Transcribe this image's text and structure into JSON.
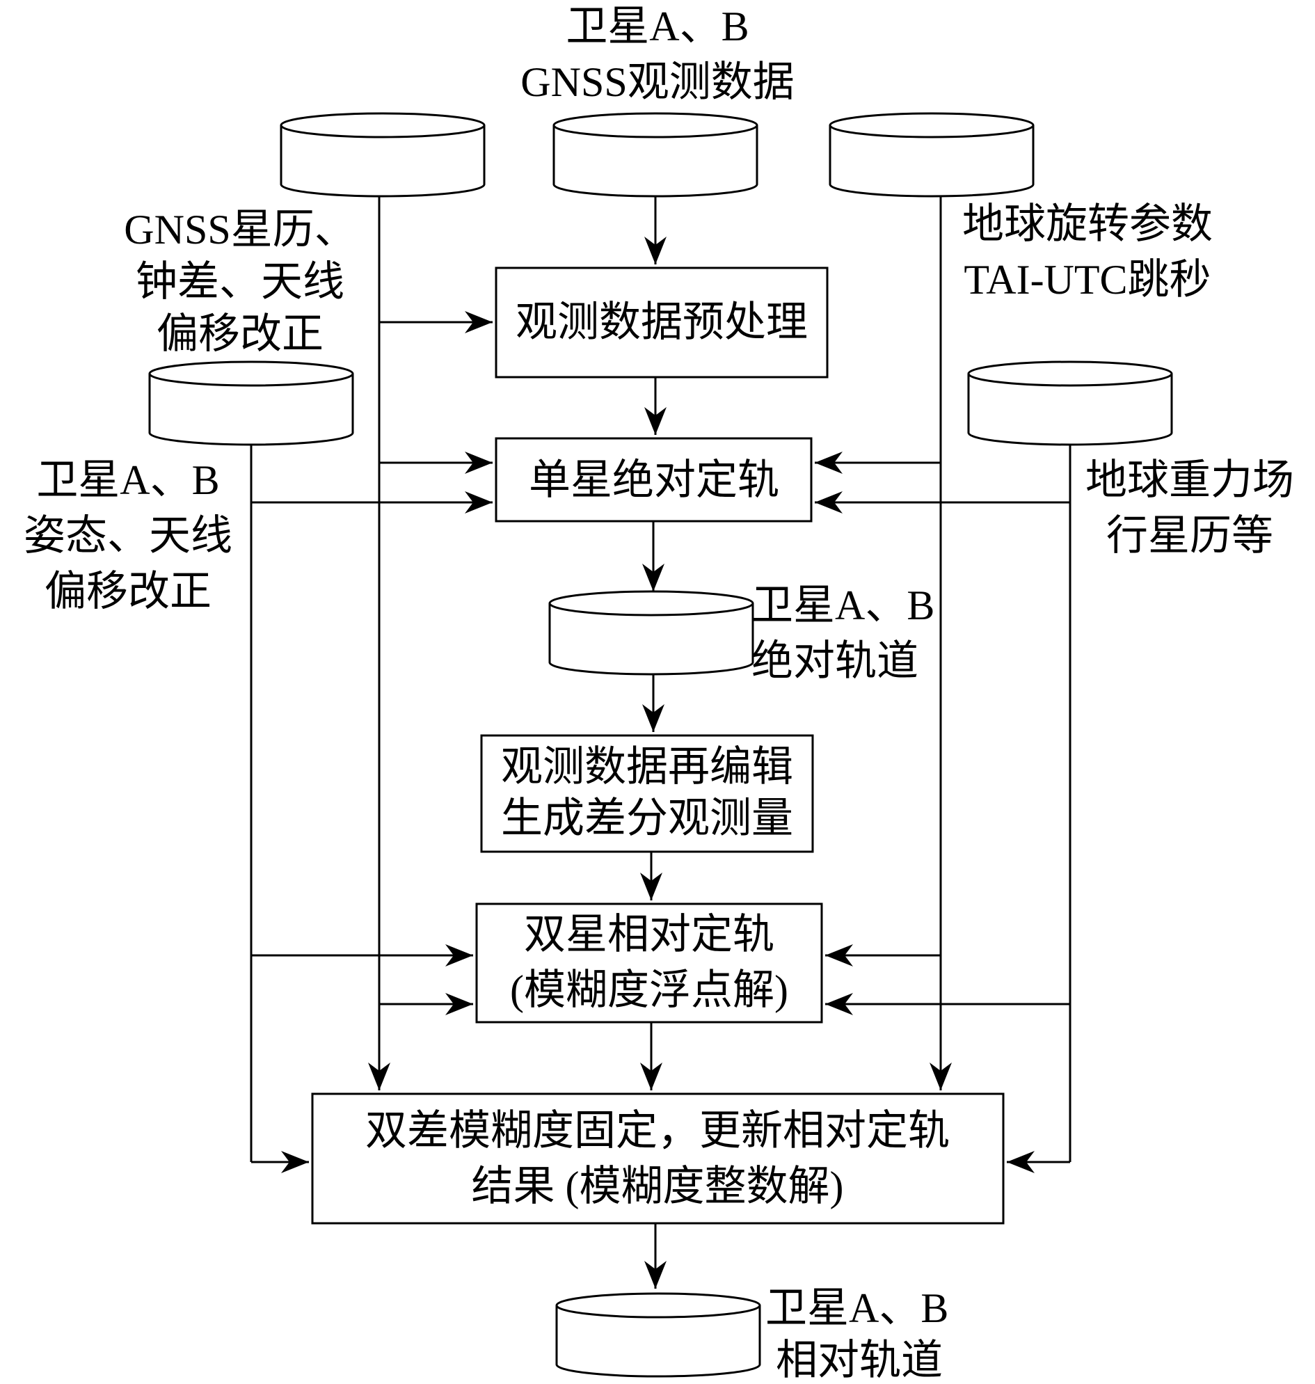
{
  "labels": {
    "sat_ab_gnss_l1": "卫星A、B",
    "sat_ab_gnss_l2": "GNSS观测数据",
    "gnss_eph_l1": "GNSS星历、",
    "gnss_eph_l2": "钟差、天线",
    "gnss_eph_l3": "偏移改正",
    "earth_rot_l1": "地球旋转参数",
    "earth_rot_l2": "TAI-UTC跳秒",
    "attitude_l1": "卫星A、B",
    "attitude_l2": "姿态、天线",
    "attitude_l3": "偏移改正",
    "gravity_l1": "地球重力场",
    "gravity_l2": "行星历等",
    "abs_orbit_l1": "卫星A、B",
    "abs_orbit_l2": "绝对轨道",
    "rel_orbit_l1": "卫星A、B",
    "rel_orbit_l2": "相对轨道"
  },
  "boxes": {
    "preprocess": "观测数据预处理",
    "single_pod": "单星绝对定轨",
    "reedit_l1": "观测数据再编辑",
    "reedit_l2": "生成差分观测量",
    "dual_rel_l1": "双星相对定轨",
    "dual_rel_l2": "(模糊度浮点解)",
    "fixed_l1": "双差模糊度固定，更新相对定轨",
    "fixed_l2": "结果 (模糊度整数解)"
  }
}
